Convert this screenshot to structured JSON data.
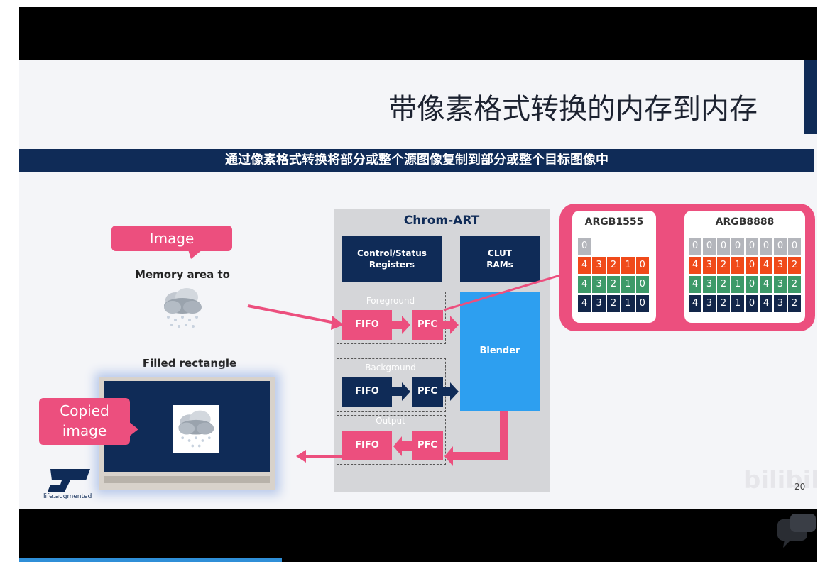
{
  "title": "带像素格式转换的内存到内存",
  "subtitle": "通过像素格式转换将部分或整个源图像复制到部分或整个目标图像中",
  "image_callout": "Image",
  "memory_caption": "Memory area to",
  "filled_caption": "Filled rectangle",
  "copied_callout": [
    "Copied",
    "image"
  ],
  "chromart": {
    "title": "Chrom-ART",
    "control_registers": [
      "Control/Status",
      "Registers"
    ],
    "clut_rams": [
      "CLUT",
      "RAMs"
    ],
    "foreground": "Foreground",
    "background": "Background",
    "output": "Output",
    "fifo": "FIFO",
    "pfc": "PFC",
    "blender": "Blender"
  },
  "argb1555": {
    "label": "ARGB1555",
    "alpha": [
      "0"
    ],
    "red": [
      "4",
      "3",
      "2",
      "1",
      "0"
    ],
    "green": [
      "4",
      "3",
      "2",
      "1",
      "0"
    ],
    "blue": [
      "4",
      "3",
      "2",
      "1",
      "0"
    ]
  },
  "argb8888": {
    "label": "ARGB8888",
    "alpha": [
      "0",
      "0",
      "0",
      "0",
      "0",
      "0",
      "0",
      "0"
    ],
    "red": [
      "4",
      "3",
      "2",
      "1",
      "0",
      "4",
      "3",
      "2"
    ],
    "green": [
      "4",
      "3",
      "2",
      "1",
      "0",
      "4",
      "3",
      "2"
    ],
    "blue": [
      "4",
      "3",
      "2",
      "1",
      "0",
      "4",
      "3",
      "2"
    ]
  },
  "logo_text": "life.augmented",
  "slide_number": "20",
  "watermark": "bilibili",
  "colors": {
    "navy": "#0f2b57",
    "pink": "#ec4f7e",
    "red": "#f04a1a",
    "green": "#3d9a69",
    "blue": "#12264a",
    "blender": "#2d9ff0"
  }
}
